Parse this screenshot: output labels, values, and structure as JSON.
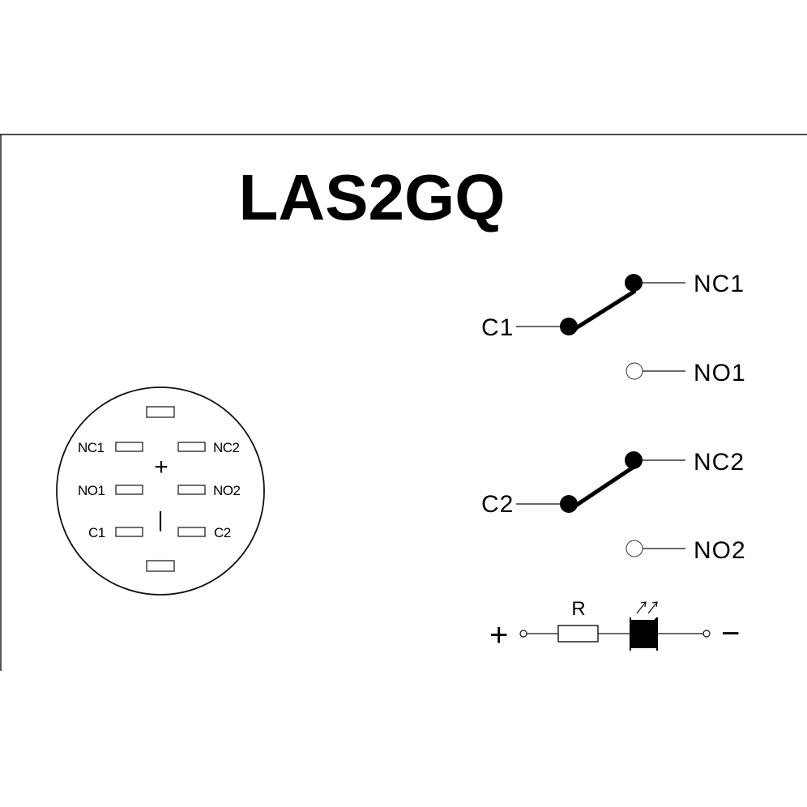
{
  "title": "LAS2GQ",
  "connector": {
    "top_left_labels": [
      "NC1",
      "NO1",
      "C1"
    ],
    "top_right_labels": [
      "NC2",
      "NO2",
      "C2"
    ],
    "plus_sign": "+",
    "minus_sign": "|"
  },
  "switch1": {
    "common_label": "C1",
    "nc_label": "NC1",
    "no_label": "NO1"
  },
  "switch2": {
    "common_label": "C2",
    "nc_label": "NC2",
    "no_label": "NO2"
  },
  "led_circuit": {
    "resistor_label": "R",
    "positive_label": "+",
    "negative_label": "−"
  }
}
